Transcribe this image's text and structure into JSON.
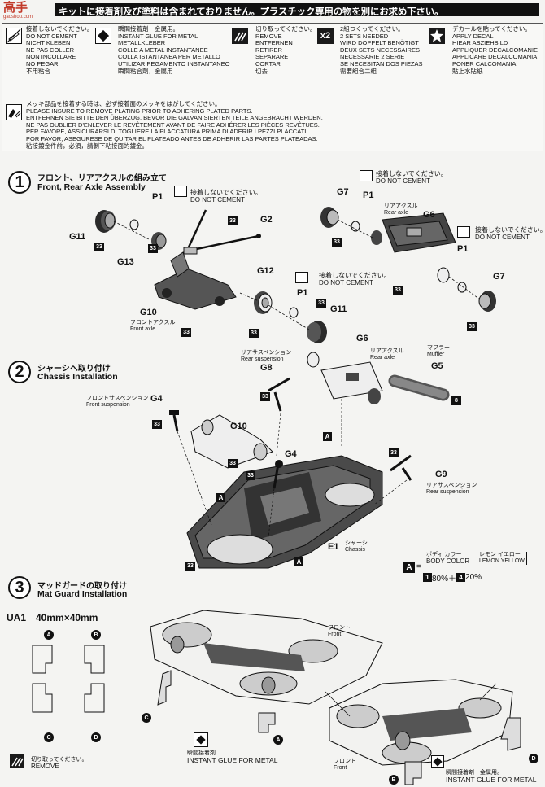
{
  "header": {
    "logo": "高手",
    "site": "gaoshou.com",
    "warning": "キットに接着剤及び塗料は含まれておりません。プラスチック専用の物を別にお求め下さい。"
  },
  "legend": [
    {
      "icon": "no-cement-icon",
      "lines": [
        "接着しないでください。",
        "DO NOT CEMENT",
        "NICHT KLEBEN",
        "NE PAS COLLER",
        "NON INCOLLARE",
        "NO PEGAR",
        "不用粘合"
      ]
    },
    {
      "icon": "instant-glue-icon",
      "lines": [
        "瞬間接着剤　金属用。",
        "INSTANT GLUE FOR METAL",
        "METALLKLEBER",
        "COLLE A METAL INSTANTANEE",
        "COLLA ISTANTANEA PER METALLO",
        "UTILIZAR PEGAMENTO INSTANTANEO",
        "瞬間粘合劑，金屬用"
      ]
    },
    {
      "icon": "cut-icon",
      "lines": [
        "切り取ってください。",
        "REMOVE",
        "ENTFERNEN",
        "RETIRER",
        "SEPARARE",
        "CORTAR",
        "切去"
      ]
    },
    {
      "icon": "x2-icon",
      "badge": "x2",
      "lines": [
        "2組つくってください。",
        "2 SETS NEEDED",
        "WIRD DOPPELT BENÖTIGT",
        "DEUX SETS NECESSAIRES",
        "NECESSARIE 2 SERIE",
        "SE NECESITAN DOS PIEZAS",
        "需要組合二組"
      ]
    },
    {
      "icon": "decal-star-icon",
      "lines": [
        "デカールを貼ってください。",
        "APPLY DECAL",
        "HIEAR ABZIEHBILD",
        "APPLIQUER DECALCOMANIE",
        "APPLICARE DECALCOMANIA",
        "PONER CALCOMANIA",
        "貼上水貼紙"
      ]
    }
  ],
  "plating": {
    "lines": [
      "メッキ部品を接着する時は、必ず接着面のメッキをはがしてください。",
      "PLEASE INSURE TO REMOVE PLATING PRIOR TO ADHERING PLATED PARTS.",
      "ENTFERNEN SIE BITTE DEN ÜBERZUG, BEVOR DIE GALVANISIERTEN TEILE ANGEBRACHT WERDEN.",
      "NE PAS OUBLIER D'ENLEVER LE REVÊTEMENT AVANT DE FAIRE ADHÉRER LES PIÈCES REVÊTUES.",
      "PER FAVORE, ASSICURARSI DI TOGLIERE LA PLACCATURA PRIMA DI ADERIR I PEZZI PLACCATI.",
      "POR FAVOR, ASEGURESE DE QUITAR EL PLATEADO ANTES DE ADHERIR LAS PARTES PLATEADAS.",
      "粘接鍍金件前，必須，請剝下粘接面的鍍金。"
    ]
  },
  "step1": {
    "num": "1",
    "title": "フロント、リアアクスルの組み立て",
    "subtitle": "Front, Rear Axle Assembly",
    "dnc_jp": "接着しないでください。",
    "dnc_en": "DO NOT CEMENT",
    "front_axle_jp": "フロントアクスル",
    "front_axle_en": "Front axle",
    "rear_axle_jp": "リアアクスル",
    "rear_axle_en": "Rear axle",
    "parts": {
      "p1": "P1",
      "g11": "G11",
      "g13": "G13",
      "g2": "G2",
      "g12": "G12",
      "g10": "G10",
      "g7": "G7",
      "g6": "G6"
    },
    "badge": "33"
  },
  "step2": {
    "num": "2",
    "title": "シャーシへ取り付け",
    "subtitle": "Chassis Installation",
    "rear_susp_jp": "リアサスペンション",
    "rear_susp_en": "Rear suspension",
    "front_susp_jp": "フロントサスペンション",
    "front_susp_en": "Front suspension",
    "muffler_jp": "マフラー",
    "muffler_en": "Muffler",
    "chassis_jp": "シャーシ",
    "chassis_en": "Chassis",
    "parts": {
      "g8": "G8",
      "g6": "G6",
      "g5": "G5",
      "g4": "G4",
      "g10": "G10",
      "g9": "G9",
      "e1": "E1"
    },
    "badge8": "8",
    "color_a": "A",
    "body_color_jp": "ボディ カラー",
    "body_color_en": "BODY COLOR",
    "lemon_jp": "レモン イエロー",
    "lemon_en": "LEMON YELLOW",
    "mix_1": "1",
    "mix_1_pct": "80%＋",
    "mix_4": "4",
    "mix_4_pct": "20%"
  },
  "step3": {
    "num": "3",
    "title": "マッドガードの取り付け",
    "subtitle": "Mat Guard Installation",
    "ua1": "UA1　40mm×40mm",
    "labels": [
      "A",
      "B",
      "C",
      "D"
    ],
    "front_jp": "フロント",
    "front_en": "Front",
    "glue_jp": "瞬間接着剤",
    "glue_en": "INSTANT GLUE FOR METAL",
    "glue_jp2": "瞬間接着剤　金属用。",
    "remove_jp": "切り取ってください。",
    "remove_en": "REMOVE"
  }
}
